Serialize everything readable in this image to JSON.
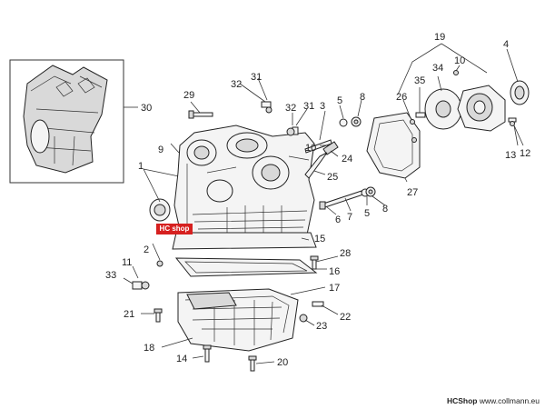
{
  "diagram": {
    "labels": {
      "n1": "1",
      "n2": "2",
      "n3": "3",
      "n4": "4",
      "n5a": "5",
      "n5b": "5",
      "n6": "6",
      "n7": "7",
      "n8a": "8",
      "n8b": "8",
      "n9": "9",
      "n10a": "10",
      "n10b": "10",
      "n11": "11",
      "n12": "12",
      "n13": "13",
      "n14": "14",
      "n15": "15",
      "n16": "16",
      "n17": "17",
      "n18": "18",
      "n19": "19",
      "n20": "20",
      "n21": "21",
      "n22": "22",
      "n23": "23",
      "n24": "24",
      "n25": "25",
      "n26": "26",
      "n27": "27",
      "n28": "28",
      "n29": "29",
      "n30": "30",
      "n31a": "31",
      "n31b": "31",
      "n32a": "32",
      "n32b": "32",
      "n33": "33",
      "n34": "34",
      "n35": "35"
    },
    "badge": "HC shop",
    "footer": {
      "brand": "HCShop",
      "site": "www.collmann.eu"
    }
  }
}
